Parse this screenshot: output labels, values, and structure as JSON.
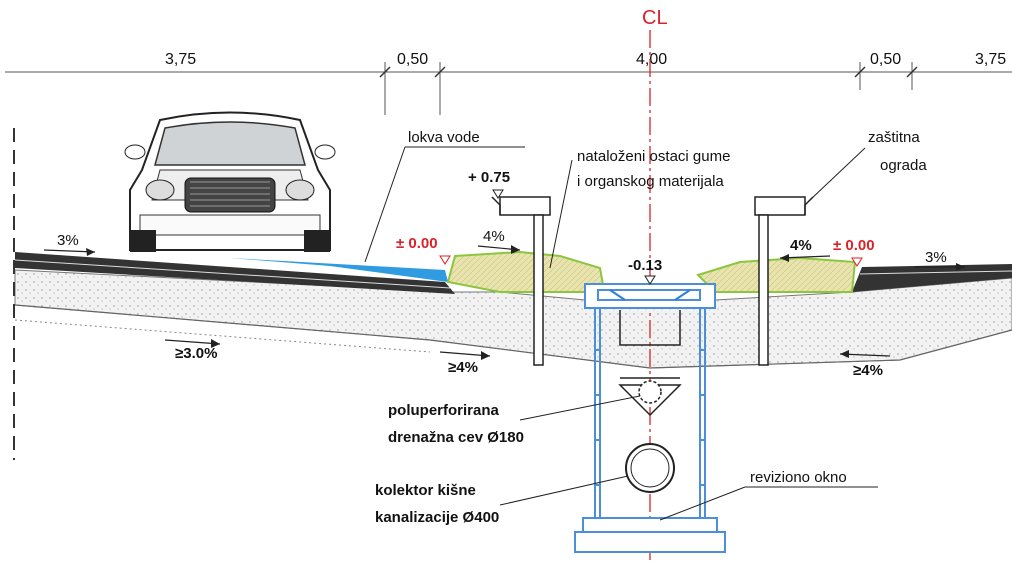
{
  "centerline": {
    "symbol": "CL"
  },
  "dimensions": {
    "lane_left": "3,75",
    "gap_left": "0,50",
    "center": "4,00",
    "gap_right": "0,50",
    "lane_right": "3,75"
  },
  "elevations": {
    "guard_top": "+ 0.75",
    "edge_left": "± 0.00",
    "edge_right": "± 0.00",
    "inlet": "-0.13"
  },
  "slopes": {
    "road_left": "3%",
    "road_right": "3%",
    "shoulder_left": "4%",
    "shoulder_right": "4%",
    "base_left": "≥3.0%",
    "base_mid_left": "≥4%",
    "base_right": "≥4%"
  },
  "labels": {
    "puddle": "lokva vode",
    "deposit_line1": "nataloženi ostaci gume",
    "deposit_line2": "i organskog materijala",
    "guard_line1": "zaštitna",
    "guard_line2": "ograda",
    "drain_line1": "poluperforirana",
    "drain_line2": "drenažna cev Ø180",
    "collector_line1": "kolektor kišne",
    "collector_line2": "kanalizacije Ø400",
    "manhole": "reviziono okno"
  },
  "colors": {
    "water": "#2f9be0",
    "manhole": "#4a8fd8",
    "grass": "#e8e3a8",
    "red": "#d9232a"
  }
}
